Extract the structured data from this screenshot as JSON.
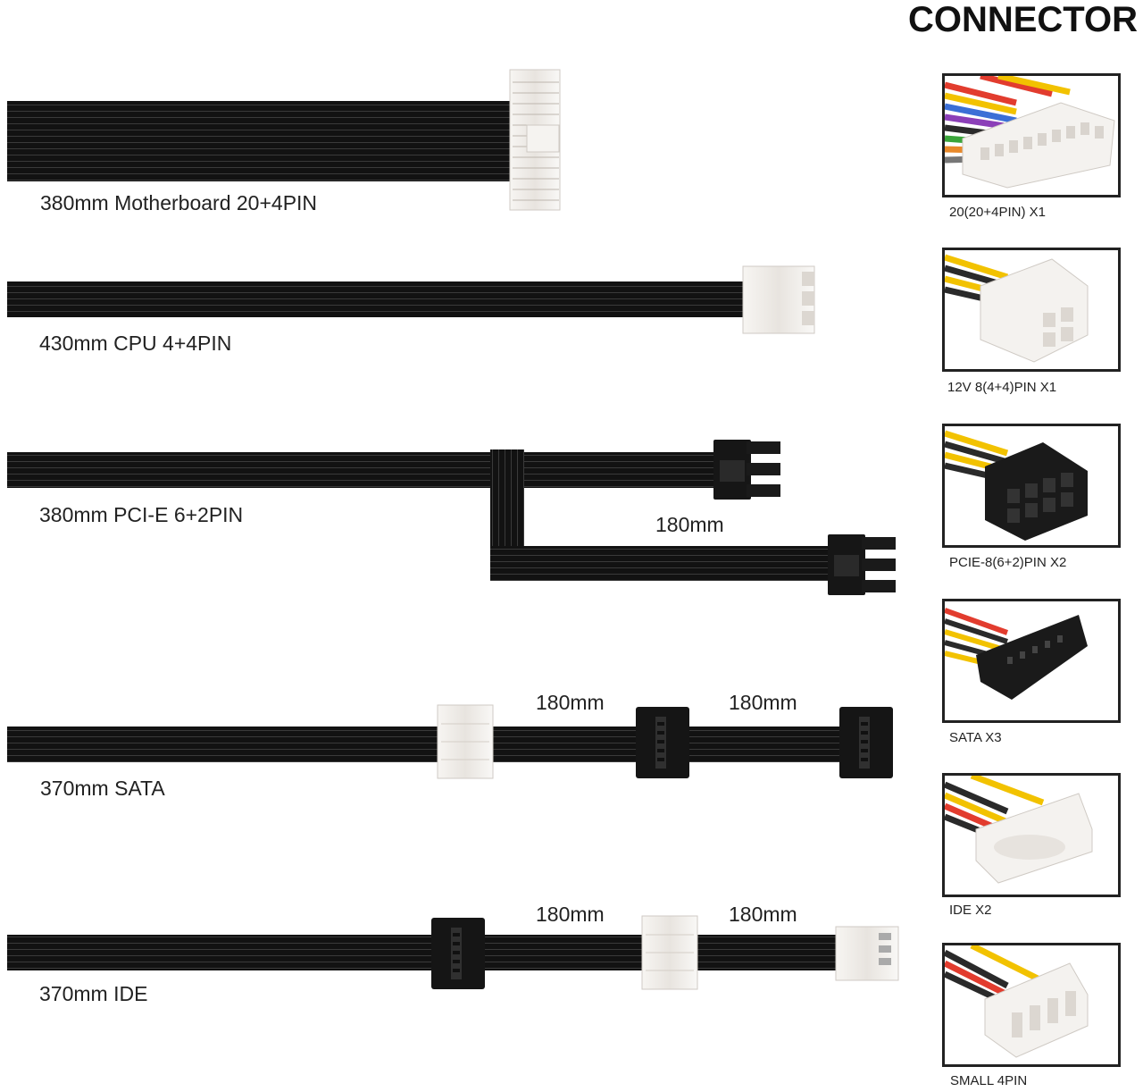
{
  "title": "CONNECTOR",
  "cables": [
    {
      "label": "380mm Motherboard 20+4PIN"
    },
    {
      "label": "430mm CPU 4+4PIN"
    },
    {
      "label": "380mm PCI-E 6+2PIN",
      "segments": [
        "180mm"
      ]
    },
    {
      "label": "370mm SATA",
      "segments": [
        "180mm",
        "180mm"
      ]
    },
    {
      "label": "370mm IDE",
      "segments": [
        "180mm",
        "180mm"
      ]
    }
  ],
  "connectors": [
    {
      "caption": "20(20+4PIN) X1"
    },
    {
      "caption": "12V 8(4+4)PIN X1"
    },
    {
      "caption": "PCIE-8(6+2)PIN X2"
    },
    {
      "caption": "SATA X3"
    },
    {
      "caption": "IDE X2"
    },
    {
      "caption": "SMALL 4PIN"
    }
  ]
}
